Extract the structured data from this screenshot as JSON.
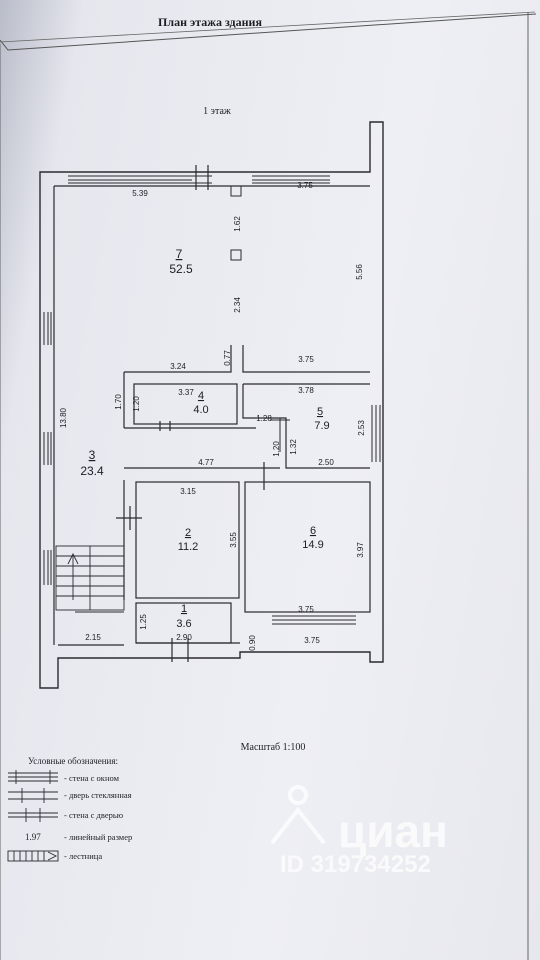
{
  "title": "План этажа здания",
  "floor_label": "1 этаж",
  "scale_label": "Масштаб 1:100",
  "rooms": [
    {
      "number": "7",
      "area": "52.5"
    },
    {
      "number": "4",
      "area": "4.0"
    },
    {
      "number": "5",
      "area": "7.9"
    },
    {
      "number": "3",
      "area": "23.4"
    },
    {
      "number": "2",
      "area": "11.2"
    },
    {
      "number": "6",
      "area": "14.9"
    },
    {
      "number": "1",
      "area": "3.6"
    }
  ],
  "dimensions": [
    "5.39",
    "3.75",
    "1.62",
    "5.56",
    "2.34",
    "0.77",
    "3.24",
    "3.75",
    "3.37",
    "3.78",
    "1.70",
    "1.20",
    "13.80",
    "1.28",
    "2.53",
    "1.32",
    "1.20",
    "4.77",
    "2.50",
    "3.15",
    "3.55",
    "3.97",
    "3.75",
    "1.25",
    "2.90",
    "0.90",
    "3.75",
    "2.15"
  ],
  "legend": {
    "title": "Условные обозначения:",
    "items": [
      {
        "label": "- стена с окном"
      },
      {
        "label": "- дверь стеклянная"
      },
      {
        "label": "- стена с дверью"
      },
      {
        "sample": "1.97",
        "label": "- линейный размер"
      },
      {
        "label": "- лестница"
      }
    ]
  },
  "watermark": {
    "brand": "циан",
    "id": "ID 319734252"
  },
  "colors": {
    "line": "#2a2a30",
    "paper": "#eeeff4",
    "background": "#c9ccd6"
  }
}
